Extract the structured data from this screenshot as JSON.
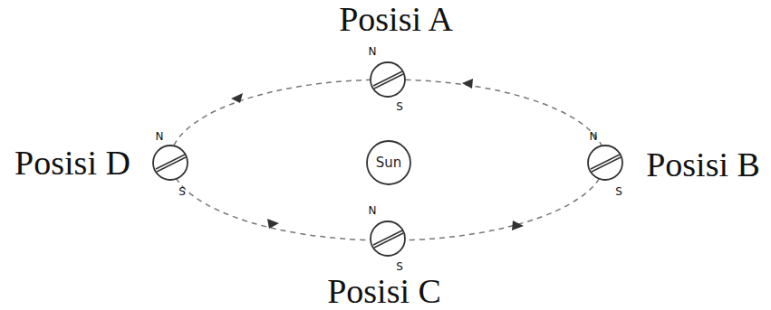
{
  "diagram": {
    "nodes": [
      {
        "text": [
          "Sun"
        ]
      }
    ],
    "labels": [
      "Posisi A",
      "N",
      "S",
      "Posisi D",
      "N",
      "S",
      "Posisi B",
      "N",
      "S",
      "Posisi C",
      "N",
      "S"
    ]
  }
}
